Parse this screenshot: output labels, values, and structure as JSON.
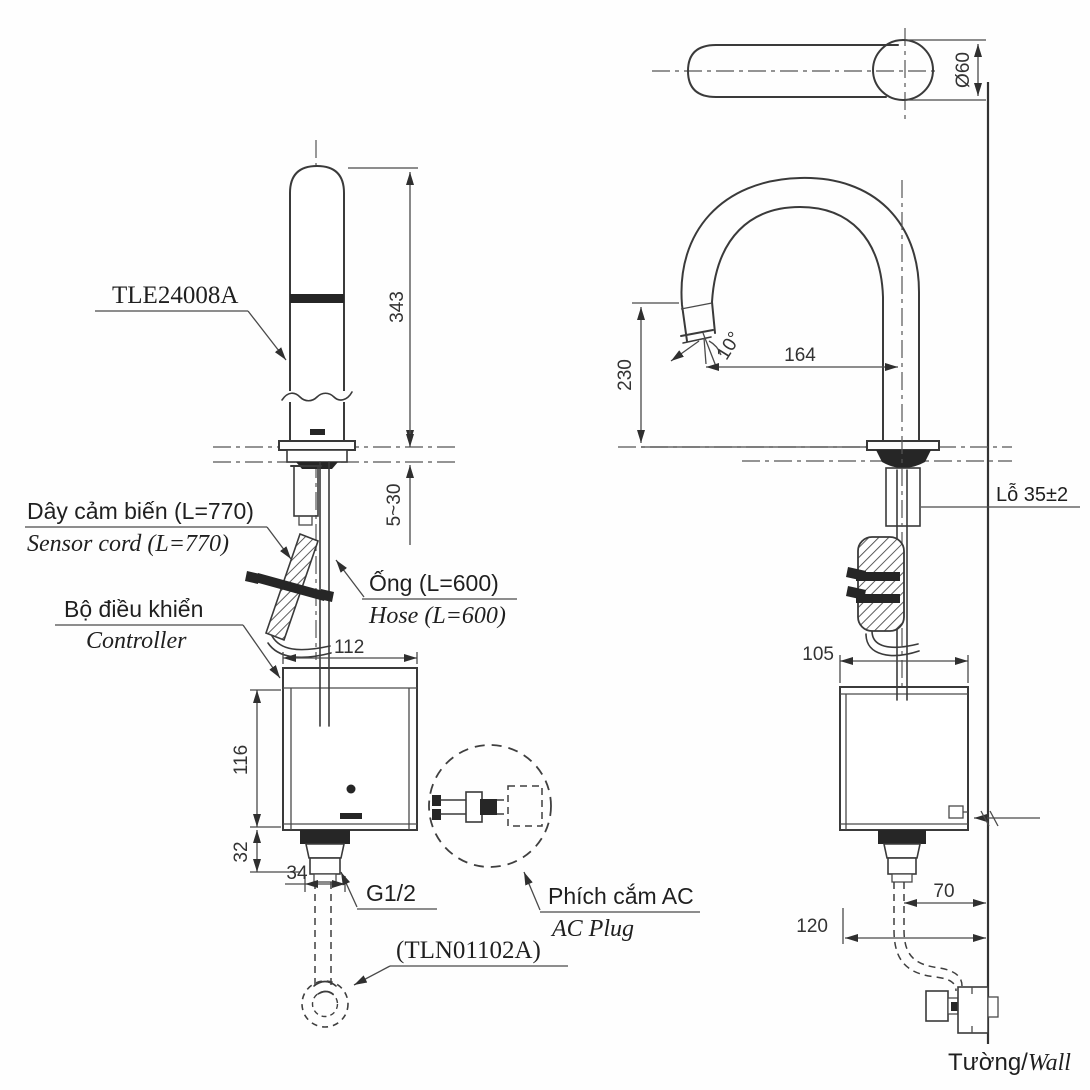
{
  "drawing": {
    "product_code": "TLE24008A",
    "controller_code": "(TLN01102A)",
    "thread_label": "G1/2",
    "hole_label": "Lỗ 35±2",
    "labels": {
      "sensor_cord_vi": "Dây cảm biến (L=770)",
      "sensor_cord_en": "Sensor cord (L=770)",
      "controller_vi": "Bộ điều khiển",
      "controller_en": "Controller",
      "hose_vi": "Ống (L=600)",
      "hose_en": "Hose (L=600)",
      "ac_plug_vi": "Phích cắm AC",
      "ac_plug_en": "AC Plug",
      "wall_vi": "Tường/",
      "wall_en": "Wall"
    },
    "front_view": {
      "height": "343",
      "deck_range": "5~30",
      "controller_width": "112",
      "controller_height": "116",
      "controller_bottom": "32",
      "fitting_width": "34"
    },
    "side_view": {
      "spout_diameter": "Ø60",
      "spout_height": "230",
      "spout_reach": "164",
      "spout_angle": "10°",
      "controller_width": "105",
      "cord_to_wall": "70",
      "box_to_wall": "120"
    }
  }
}
